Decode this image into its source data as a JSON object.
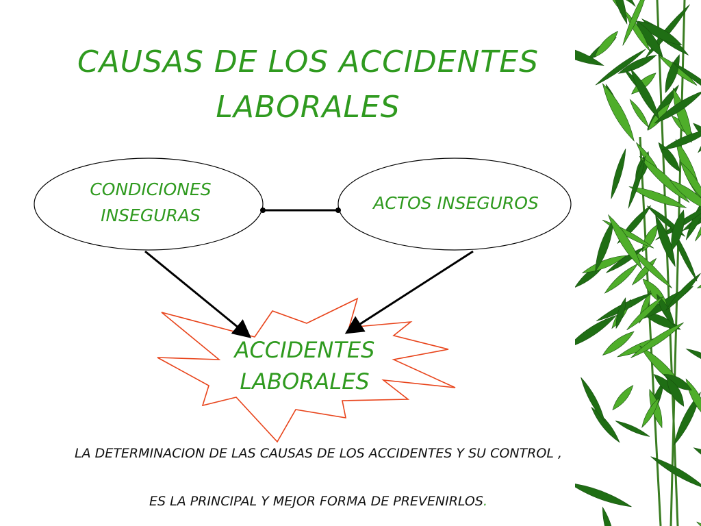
{
  "title": {
    "line1": "CAUSAS DE LOS ACCIDENTES",
    "line2": "LABORALES"
  },
  "nodes": {
    "condiciones": {
      "line1": "CONDICIONES",
      "line2": "INSEGURAS"
    },
    "actos": {
      "label": "ACTOS INSEGUROS"
    },
    "accidentes": {
      "line1": "ACCIDENTES",
      "line2": "LABORALES"
    }
  },
  "footer": {
    "line1": "LA DETERMINACION DE LAS CAUSAS DE LOS ACCIDENTES Y  SU CONTROL ,",
    "line2": "ES LA PRINCIPAL Y MEJOR FORMA DE PREVENIRLOS",
    "line2_end": "."
  },
  "decoration": {
    "image": "bamboo-leaves"
  },
  "colors": {
    "text_green": "#2f9a1f",
    "star_outline": "#e8431a",
    "leaf_dark": "#1f6e14",
    "leaf_light": "#4fae2a"
  }
}
